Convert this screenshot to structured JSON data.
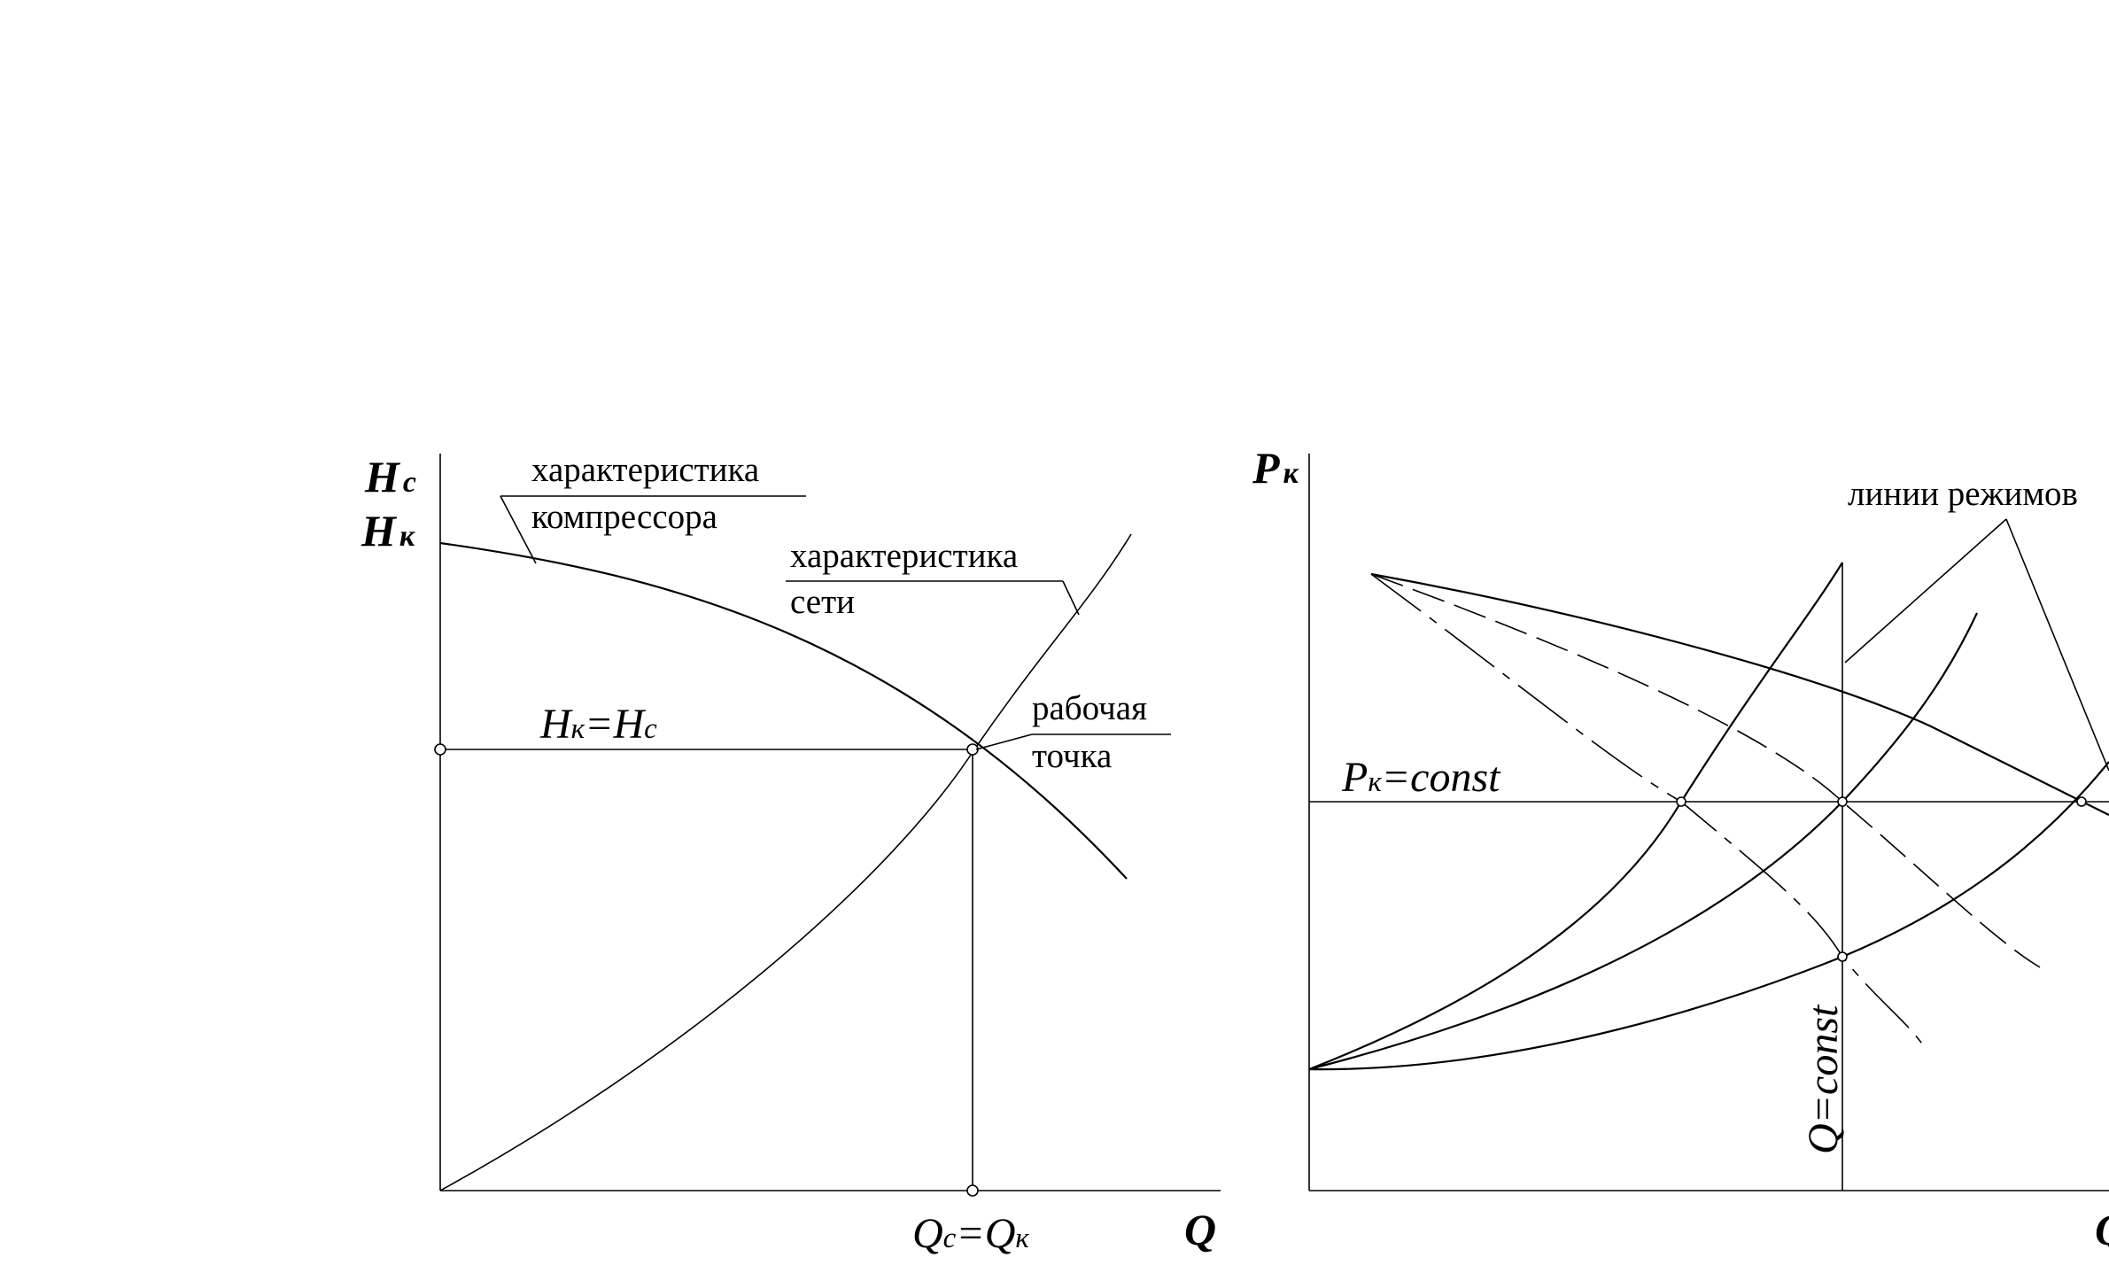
{
  "left": {
    "y_axis_label_top": {
      "main": "H",
      "sub": "c"
    },
    "y_axis_label_bottom": {
      "main": "H",
      "sub": "к"
    },
    "x_axis_label": "Q",
    "compressor_label": [
      "характеристика",
      "компрессора"
    ],
    "network_label": [
      "характеристика",
      "сети"
    ],
    "working_point_label": [
      "рабочая",
      "точка"
    ],
    "equal_h": {
      "a": "H",
      "a_sub": "к",
      "eq": "=",
      "b": "H",
      "b_sub": "c"
    },
    "equal_q": {
      "a": "Q",
      "a_sub": "c",
      "eq": "=",
      "b": "Q",
      "b_sub": "к"
    }
  },
  "right": {
    "y_axis_label": {
      "main": "P",
      "sub": "к"
    },
    "x_axis_label": "Q",
    "pk_const": {
      "main": "P",
      "sub": "к",
      "rest": "=const"
    },
    "q_const": "Q=const",
    "mode_lines_label": "линии режимов"
  }
}
